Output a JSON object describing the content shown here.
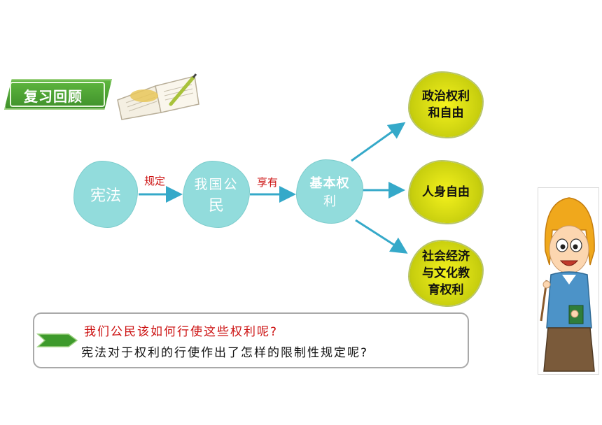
{
  "badge": {
    "label": "复习回顾"
  },
  "diagram": {
    "nodes": {
      "constitution": "宪法",
      "citizen_line1": "我国公",
      "citizen_line2": "民",
      "rights_line1": "基本权",
      "rights_line2": "利",
      "political": [
        "政治权利",
        "和自由"
      ],
      "personal": "人身自由",
      "social": [
        "社会经济",
        "与文化教",
        "育权利"
      ]
    },
    "edges": {
      "stipulates": "规定",
      "enjoys": "享有"
    }
  },
  "questions": {
    "q1": "我们公民该如何行使这些权利呢?",
    "q2": "宪法对于权利的行使作出了怎样的限制性规定呢?"
  },
  "colors": {
    "teal": "#92dcdc",
    "arrow": "#35a9c9",
    "green": "#4aa832",
    "yellow": "#e6e71a",
    "red": "#cc1111"
  }
}
